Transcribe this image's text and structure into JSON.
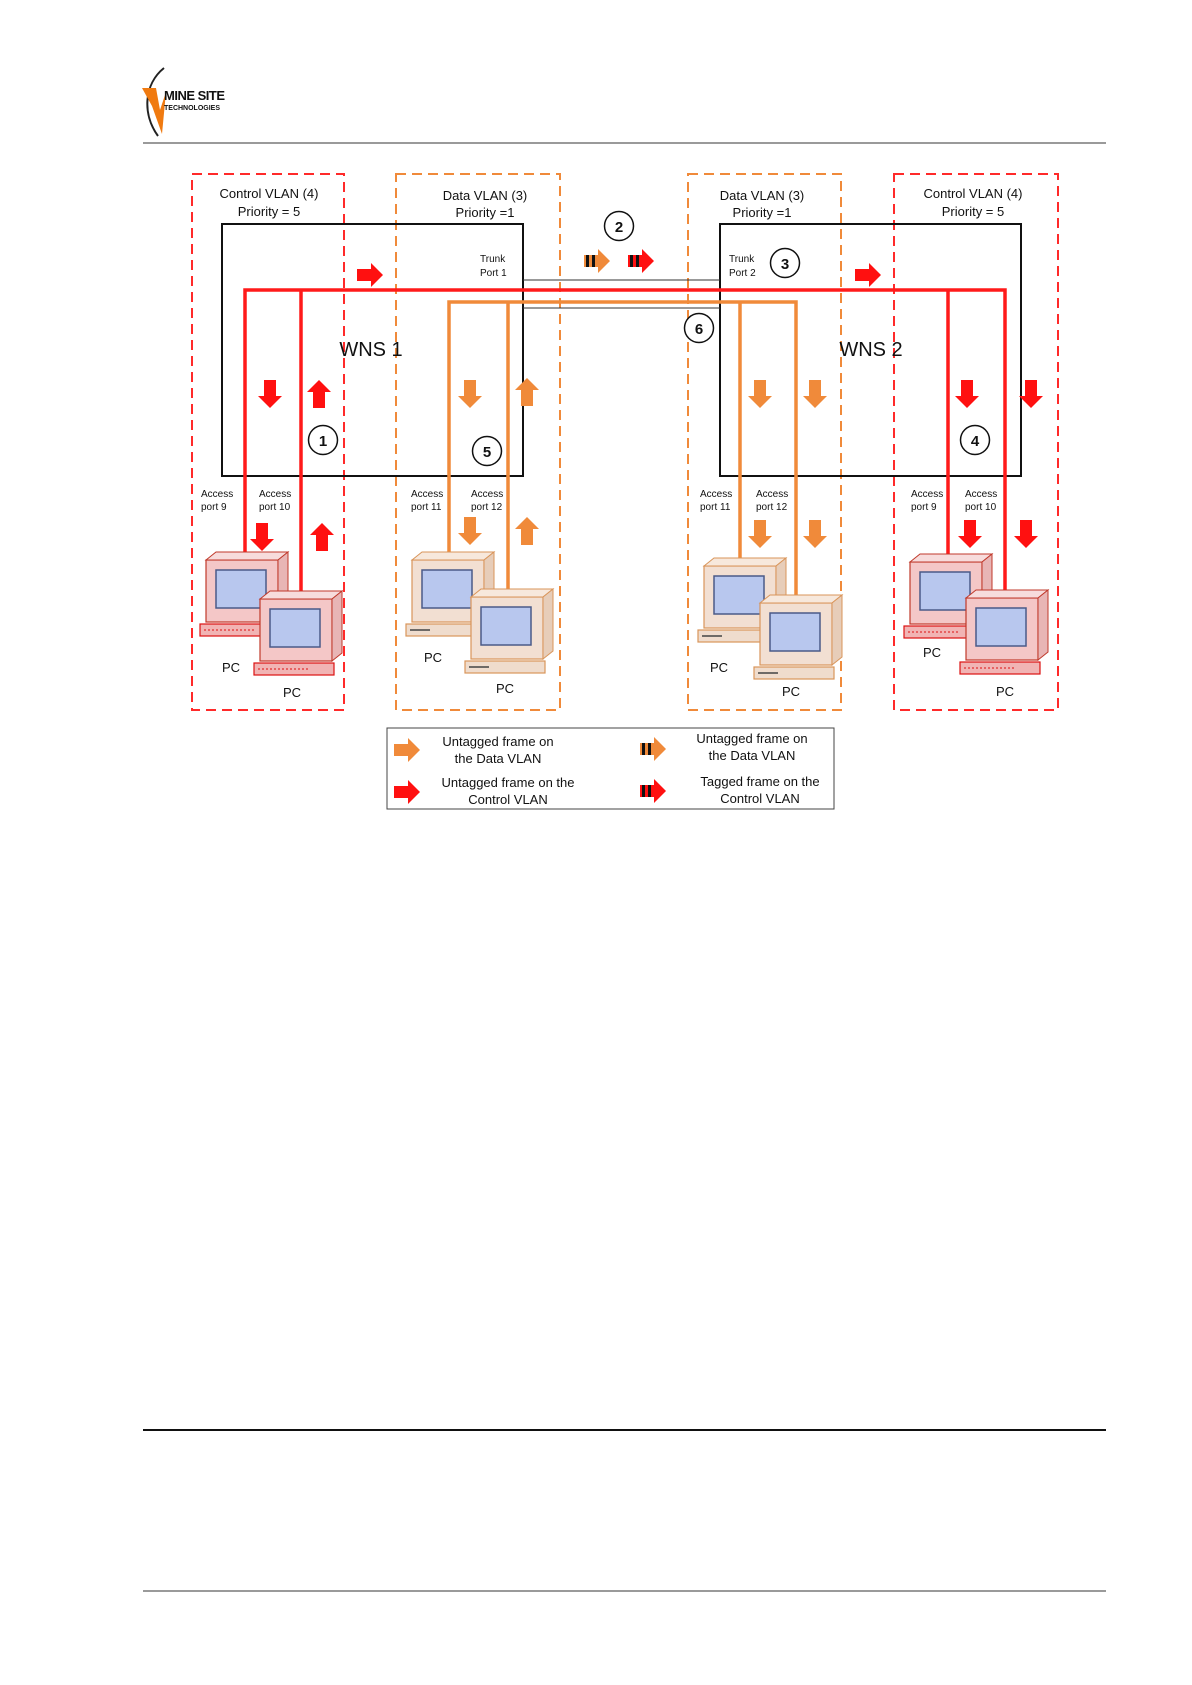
{
  "header": {
    "logo_line1": "MINE SITE",
    "logo_line2": "TECHNOLOGIES"
  },
  "colors": {
    "control": "#ff1a1a",
    "data": "#f08a3a",
    "frame": "#111111",
    "rule": "#999999"
  },
  "zones": {
    "control_left": {
      "line1": "Control VLAN (4)",
      "line2": "Priority = 5"
    },
    "data_left": {
      "line1": "Data VLAN (3)",
      "line2": "Priority =1"
    },
    "data_right": {
      "line1": "Data VLAN (3)",
      "line2": "Priority =1"
    },
    "control_right": {
      "line1": "Control VLAN (4)",
      "line2": "Priority = 5"
    }
  },
  "switches": {
    "wns1": "WNS 1",
    "wns2": "WNS 2"
  },
  "ports": {
    "trunk1": {
      "line1": "Trunk",
      "line2": "Port 1"
    },
    "trunk2": {
      "line1": "Trunk",
      "line2": "Port 2"
    },
    "w1_p9": {
      "line1": "Access",
      "line2": "port 9"
    },
    "w1_p10": {
      "line1": "Access",
      "line2": "port 10"
    },
    "w1_p11": {
      "line1": "Access",
      "line2": "port 11"
    },
    "w1_p12": {
      "line1": "Access",
      "line2": "port 12"
    },
    "w2_p11": {
      "line1": "Access",
      "line2": "port 11"
    },
    "w2_p12": {
      "line1": "Access",
      "line2": "port 12"
    },
    "w2_p9": {
      "line1": "Access",
      "line2": "port 9"
    },
    "w2_p10": {
      "line1": "Access",
      "line2": "port 10"
    }
  },
  "steps": [
    "1",
    "2",
    "3",
    "4",
    "5",
    "6"
  ],
  "pc_label": "PC",
  "legend": {
    "untagged_data": {
      "line1": "Untagged frame on",
      "line2": "the Data VLAN"
    },
    "tagged_data": {
      "line1": "Untagged frame on",
      "line2": "the Data VLAN"
    },
    "untagged_control": {
      "line1": "Untagged frame on the",
      "line2": "Control VLAN"
    },
    "tagged_control": {
      "line1": "Tagged frame on the",
      "line2": "Control VLAN"
    }
  }
}
